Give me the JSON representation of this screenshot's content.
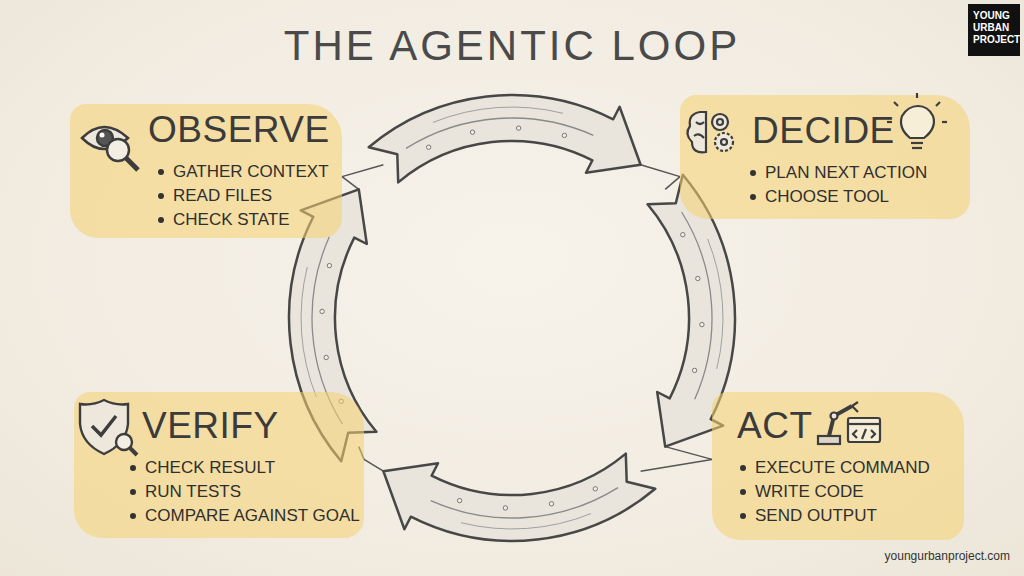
{
  "diagram": {
    "title": "THE AGENTIC LOOP",
    "nodes": [
      {
        "text": [
          "OBSERVE",
          "GATHER CONTEXT",
          "READ FILES",
          "CHECK STATE"
        ]
      },
      {
        "text": [
          "DECIDE",
          "PLAN NEXT ACTION",
          "CHOOSE TOOL"
        ]
      },
      {
        "text": [
          "ACT",
          "EXECUTE COMMAND",
          "WRITE CODE",
          "SEND OUTPUT"
        ]
      },
      {
        "text": [
          "VERIFY",
          "CHECK RESULT",
          "RUN TESTS",
          "COMPARE AGAINST GOAL"
        ]
      }
    ],
    "edges": [
      {
        "from": 0,
        "to": 1,
        "arrow": "to"
      },
      {
        "from": 1,
        "to": 2,
        "arrow": "to"
      },
      {
        "from": 2,
        "to": 3,
        "arrow": "to"
      },
      {
        "from": 3,
        "to": 0,
        "arrow": "to"
      }
    ],
    "labels": [
      "YOUNG URBAN PROJECT",
      "youngurbanproject.com"
    ]
  }
}
